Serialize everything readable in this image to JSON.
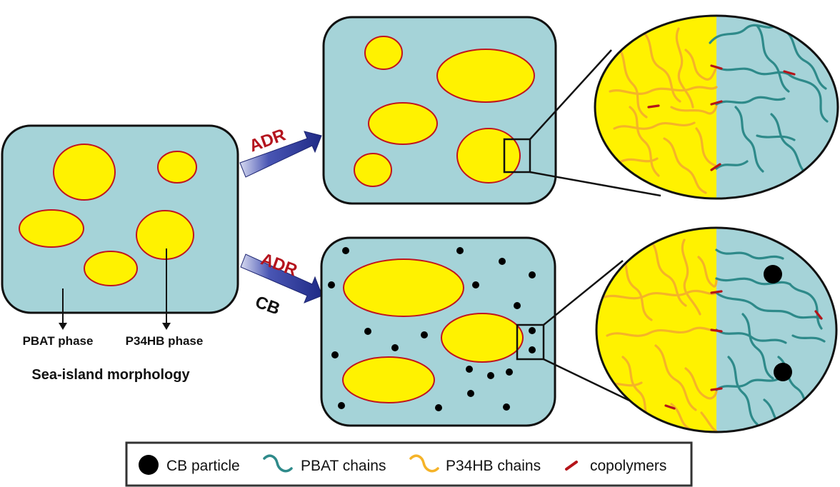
{
  "labels": {
    "pbat_phase": "PBAT phase",
    "p34hb_phase": "P34HB phase",
    "morphology": "Sea-island morphology",
    "arrow_top": "ADR",
    "arrow_bottom_1": "ADR",
    "arrow_bottom_2": "CB"
  },
  "legend": {
    "items": [
      {
        "icon": "cb-particle-icon",
        "label": "CB particle"
      },
      {
        "icon": "pbat-chain-icon",
        "label": "PBAT chains"
      },
      {
        "icon": "p34hb-chain-icon",
        "label": "P34HB chains"
      },
      {
        "icon": "copolymer-icon",
        "label": "copolymers"
      }
    ]
  },
  "colors": {
    "matrix": "#a5d3d8",
    "island": "#fff200",
    "island_border": "#c0141e",
    "pbat_chain": "#2e8a8a",
    "p34hb_chain": "#f5b328",
    "copolymer": "#b41419",
    "cb_particle": "#000000",
    "arrow": "#2c3a9c"
  }
}
